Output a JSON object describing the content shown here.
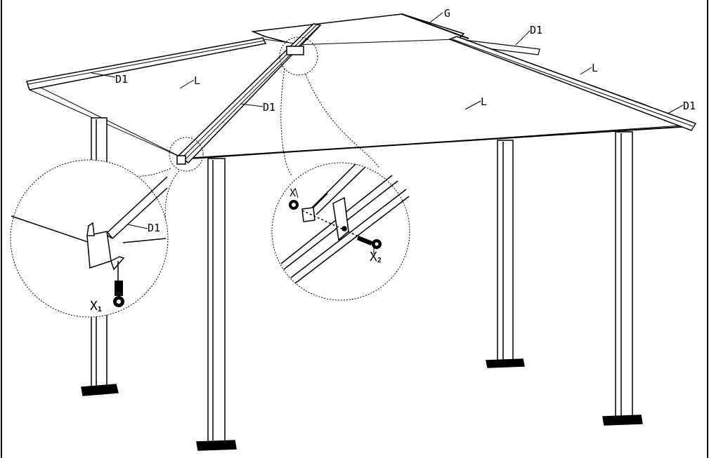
{
  "labels": {
    "G": "G",
    "D1": "D1",
    "L": "L",
    "X": "X",
    "X1_main": "X",
    "X1_sub": "1",
    "X2_main": "X",
    "X2_sub": "2"
  },
  "colors": {
    "stroke": "#000000",
    "background": "#ffffff"
  }
}
